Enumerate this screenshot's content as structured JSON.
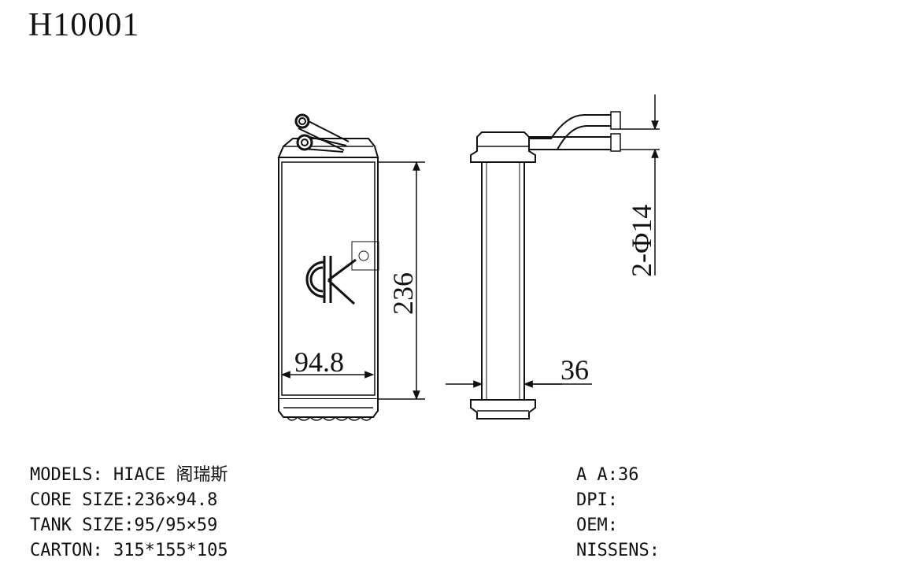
{
  "title": "H10001",
  "drawing": {
    "dim_height": "236",
    "dim_width": "94.8",
    "dim_depth": "36",
    "pipe_spec": "2-Φ14",
    "logo_mark": "ck",
    "logo_reg": "©"
  },
  "specs_left": [
    {
      "label": "MODELS:",
      "value": " HIACE 阁瑞斯"
    },
    {
      "label": "CORE SIZE:",
      "value": "236×94.8"
    },
    {
      "label": "TANK SIZE:",
      "value": "95/95×59"
    },
    {
      "label": "CARTON:",
      "value": " 315*155*105"
    }
  ],
  "specs_right": [
    {
      "label": "A A:",
      "value": "36"
    },
    {
      "label": "DPI:",
      "value": ""
    },
    {
      "label": "OEM:",
      "value": ""
    },
    {
      "label": "NISSENS:",
      "value": ""
    }
  ]
}
